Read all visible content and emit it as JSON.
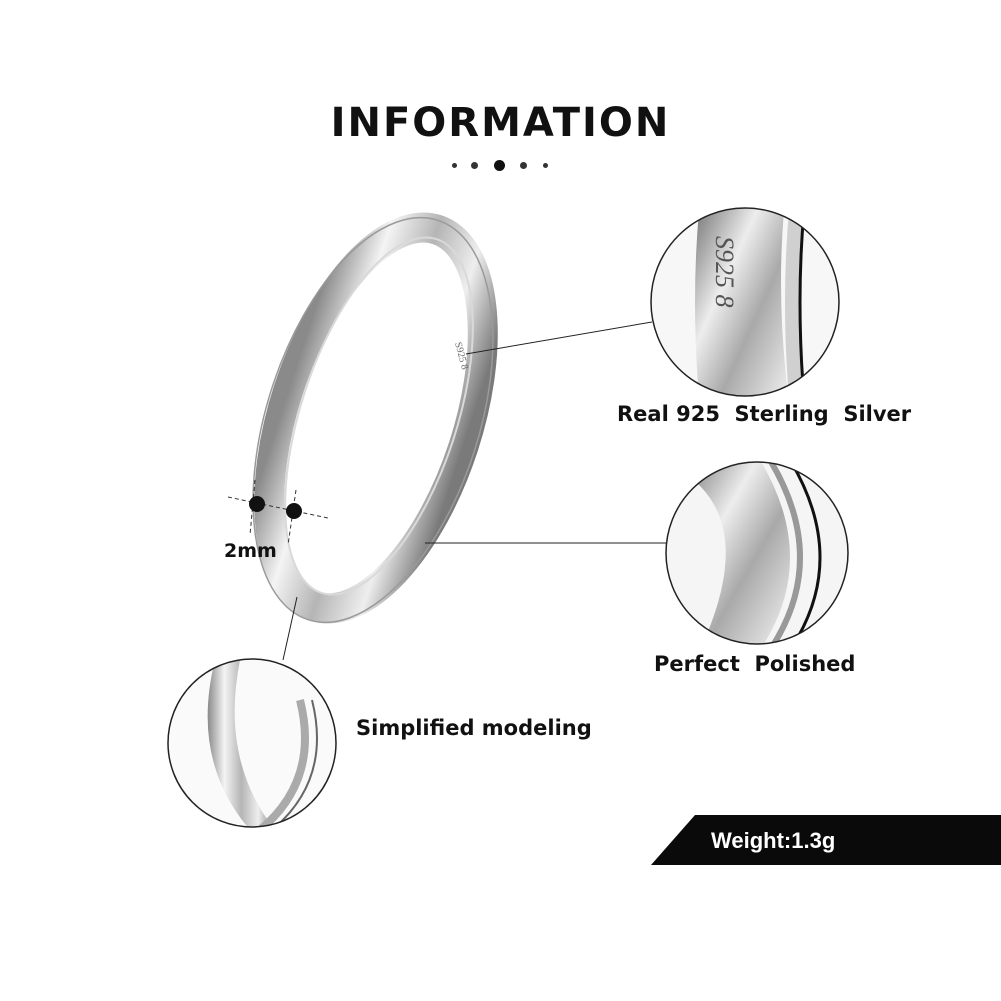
{
  "header": {
    "title": "INFORMATION"
  },
  "ring": {
    "engraving": "S925 8",
    "width_label": "2mm"
  },
  "features": [
    {
      "label": "Real 925  Sterling  Silver",
      "detail": "S925 8"
    },
    {
      "label": "Perfect  Polished"
    },
    {
      "label": "Simplified modeling"
    }
  ],
  "weight": {
    "label": "Weight:1.3g"
  },
  "colors": {
    "text": "#111111",
    "bar": "#0a0a0a",
    "silver": "#c8c8c8"
  }
}
